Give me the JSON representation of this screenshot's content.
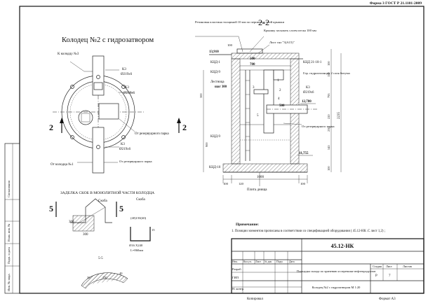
{
  "sheet": {
    "form": "Форма 3 ГОСТ Р 21.1101-2009",
    "copied": "Копировал",
    "format": "Формат А3",
    "note_title": "Примечание:",
    "note_text": "1. Позиции элементов прописаны в соответствии со спецификацией оборудования ( 45.12-НК .С лист 1,2) ;"
  },
  "left_strip": {
    "labels": [
      "Согласовано",
      "Взам. инв. №",
      "Подп. и дата",
      "Инв. № подл."
    ]
  },
  "plan": {
    "title": "Колодец №2 с гидрозатвором",
    "to_well": "К колодцу №3",
    "k3_top": "К3",
    "d_top": "Ø219х6",
    "k3_right": "К3",
    "d_right": "Ø219х6",
    "from_tank_right": "От резервуарного парка",
    "k3_bottom": "К3",
    "d_bottom": "Ø219х6",
    "from_tank_bottom": "От резервуарного парка",
    "from_well": "От колодца №1",
    "section_left": "2",
    "section_right": "2"
  },
  "section": {
    "title": "2-2",
    "rubber_note": "Резиновая пластина толщиной 10 мм по периметру всей крышки",
    "lid_note": "Крышку засыпать слоем песка 100 мм",
    "sheet_note": "Лист гнл \"3(А15)\"",
    "level_top": "13,910",
    "kcd1": "КЦД-1",
    "kcd2": "КЦД 21-10-1",
    "kcd9a": "КЦД-9",
    "kcd9b": "КЦД-9",
    "kcd10": "КЦД-10",
    "ladder": "Лестница",
    "step": "шаг 300",
    "hydro": "Гор. гидроизоляция 2 слоя битума",
    "k3": "К3",
    "dk3": "Ø219х6",
    "from_tank": "От резервуарного парка",
    "level_mid": "12,780",
    "level_bot": "11,755",
    "base": "Плита днища",
    "pos1": "1",
    "pos2": "2",
    "pos3": "3",
    "pos4": "4",
    "pos5": "5",
    "d500a": "500",
    "d700": "700",
    "d500b": "500",
    "d100top": "100",
    "d1000": "1000",
    "d100l": "100",
    "d100r": "100",
    "d120": "120",
    "d2235": "2235",
    "v100a": "100",
    "v150": "150",
    "v795": "795",
    "v220": "220",
    "v230": "230",
    "v545": "545",
    "v100b": "100",
    "v300": "300",
    "v900": "900"
  },
  "detail": {
    "title": "ЗАДЕЛКА СКОБ В МОНОЛИТНОЙ ЧАСТИ КОЛОДЦА",
    "sec_a": "5",
    "sec_b": "5",
    "skoba1": "Скоба",
    "skoba2": "Скоба",
    "d300a": "300",
    "d300b": "300",
    "d40": "(40)150(40)",
    "d15": "15",
    "d16": "Ø16 Х240",
    "L": "L=860мм",
    "section55": "5-5",
    "d150": "150",
    "d30": "30",
    "d40b": "40"
  },
  "stamp": {
    "code": "45.12-НК",
    "cols": [
      "Изм.",
      "Кол.уч.",
      "Лист",
      "№ док",
      "Подп.",
      "Дата"
    ],
    "razrab": "Разраб.",
    "gip": "ГИП",
    "nkontr": "Н. контр.",
    "object": "Площадка склада по хранению и перевалке нефтепродуктов",
    "sheet_name": "Колодец №2 с гидрозатвором М 1:20",
    "stadia": "Стадия",
    "list": "Лист",
    "listov": "Листов",
    "stadia_val": "Р",
    "list_val": "7"
  }
}
